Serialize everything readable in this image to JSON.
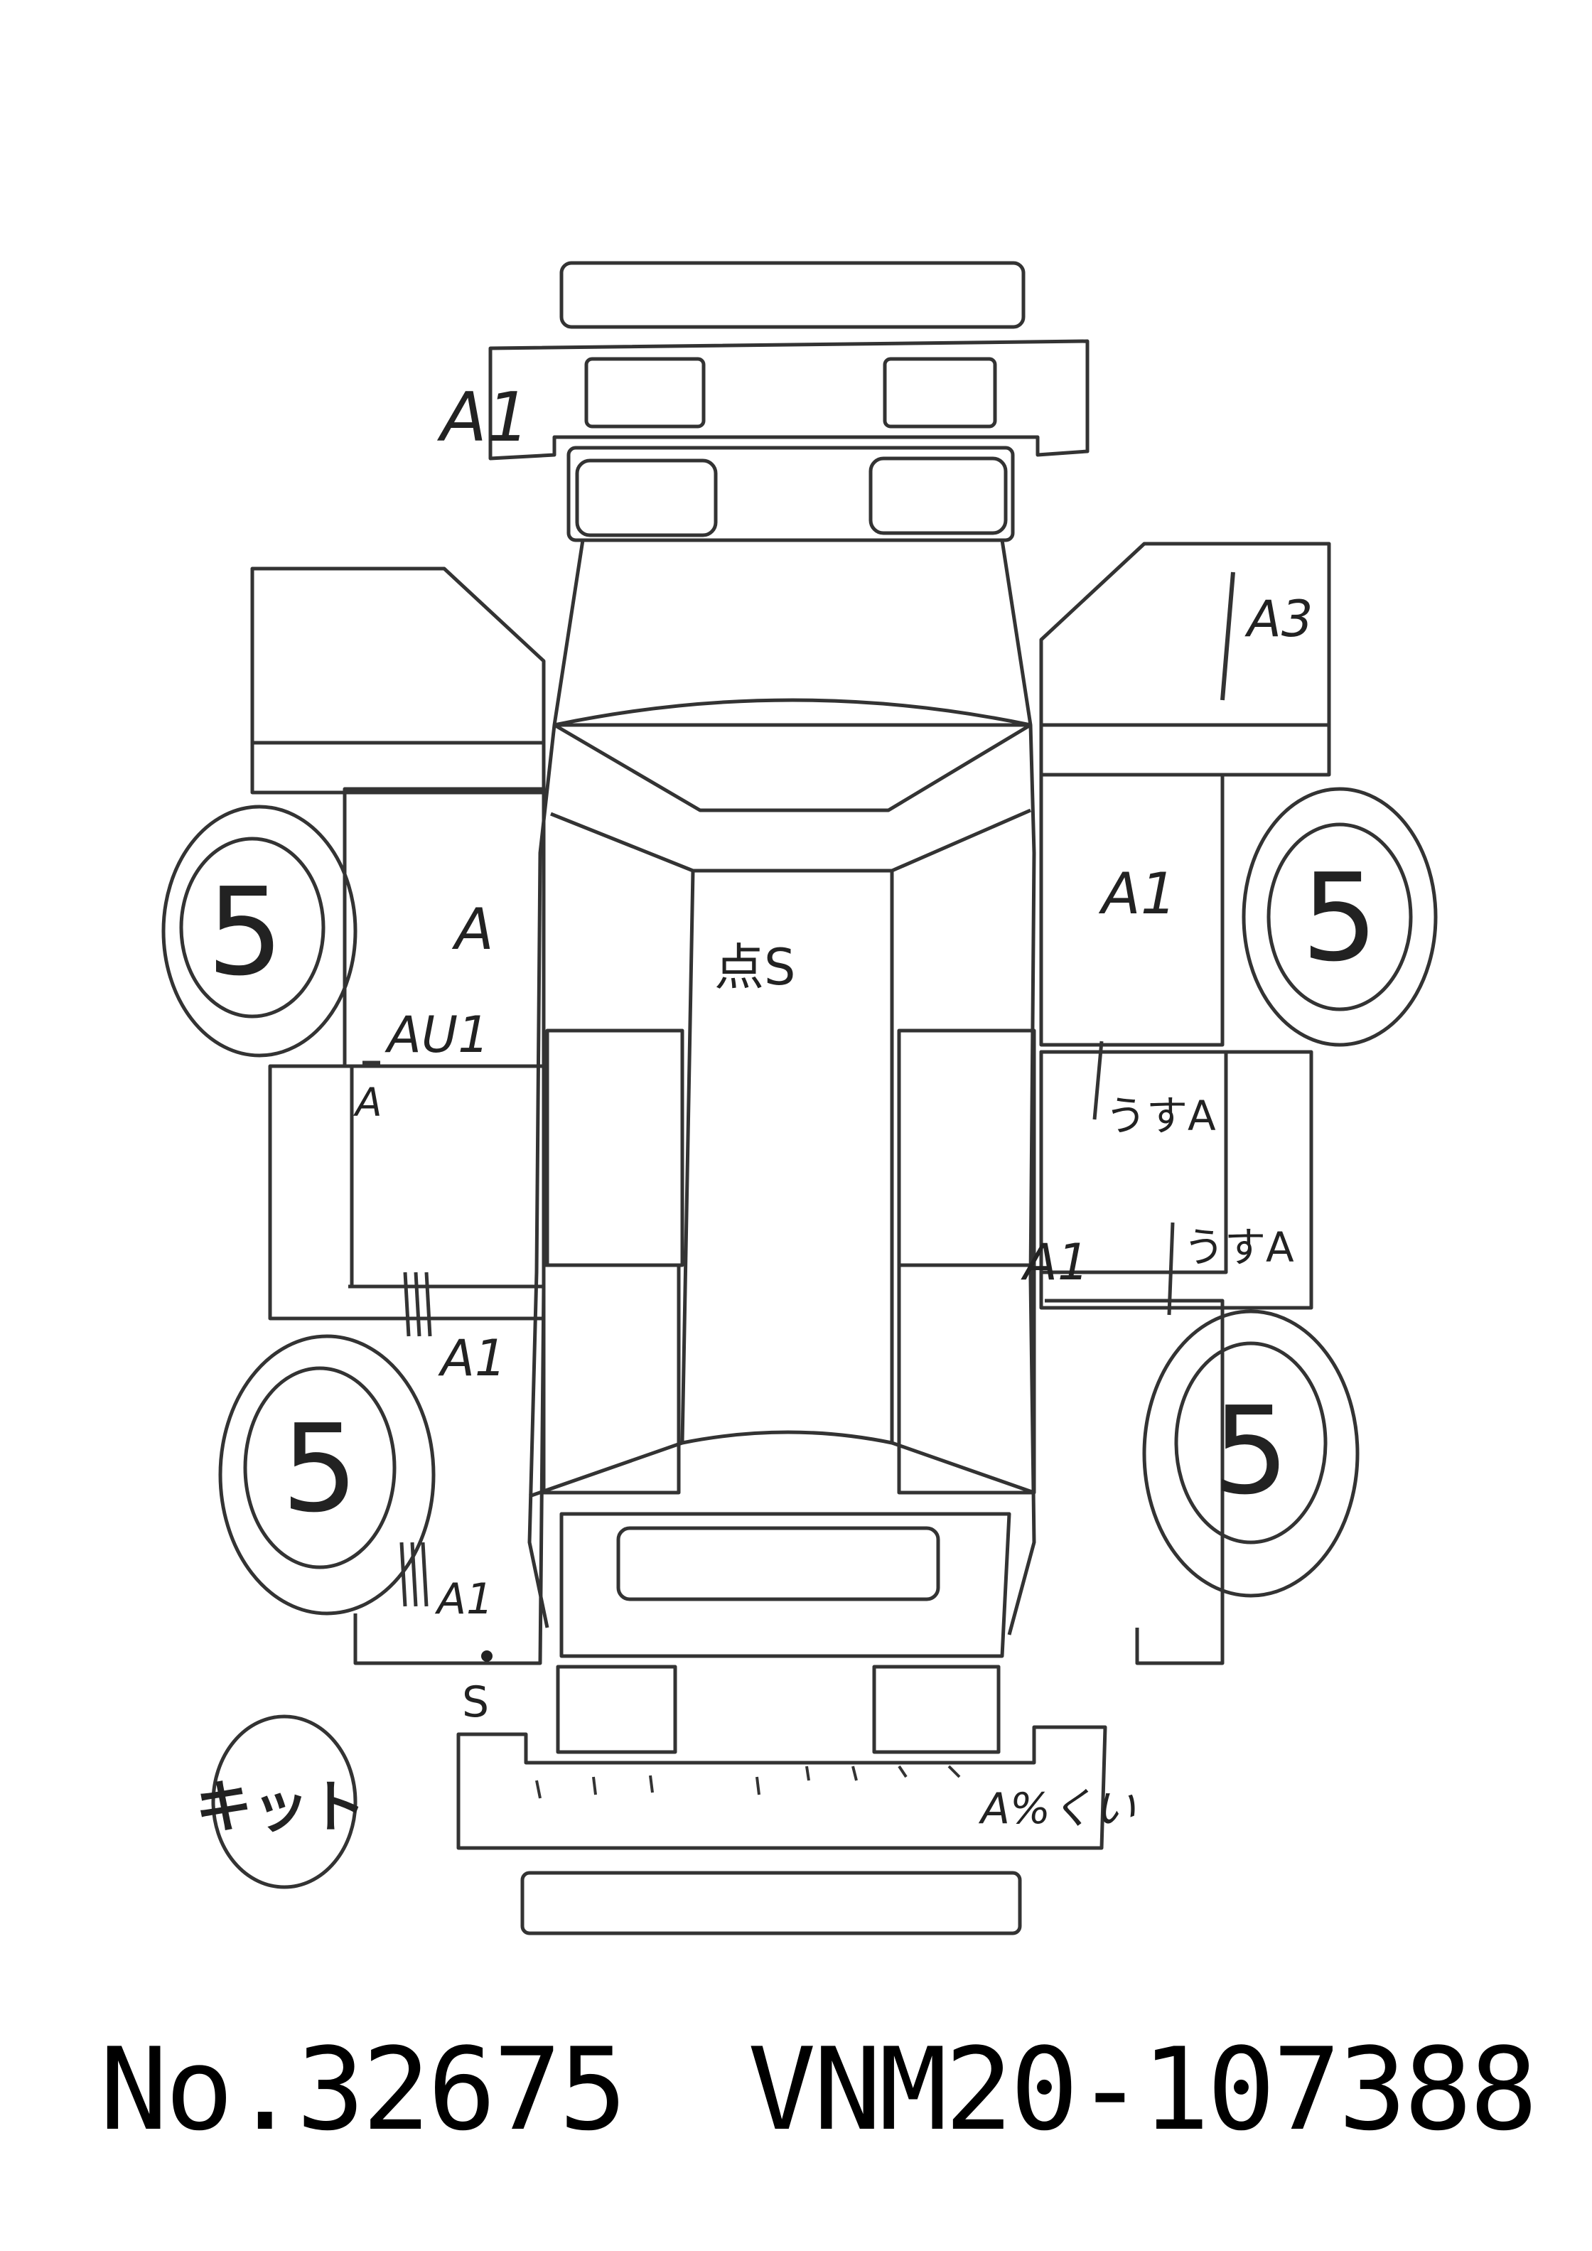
{
  "diagram": {
    "annotations": {
      "front_bumper": "A1",
      "right_front_fender": "A3",
      "left_front_door_upper": "A",
      "left_front_door_lower": "AU1",
      "left_step": "A",
      "left_rear_door": "A1",
      "left_rear_quarter": "A1",
      "left_rear_corner_mark": "S",
      "right_front_door": "A1",
      "right_pillar": "うすA",
      "right_rear_door": "A1",
      "right_rear_quarter": "うすA",
      "roof": "点S",
      "rear_bumper": "A%くい"
    },
    "tire_scores": {
      "front_left": "5",
      "front_right": "5",
      "rear_left": "5",
      "rear_right": "5"
    },
    "stamp": "キット"
  },
  "footer": {
    "lot_number": "No.32675",
    "chassis_number": "VNM20-107388"
  }
}
